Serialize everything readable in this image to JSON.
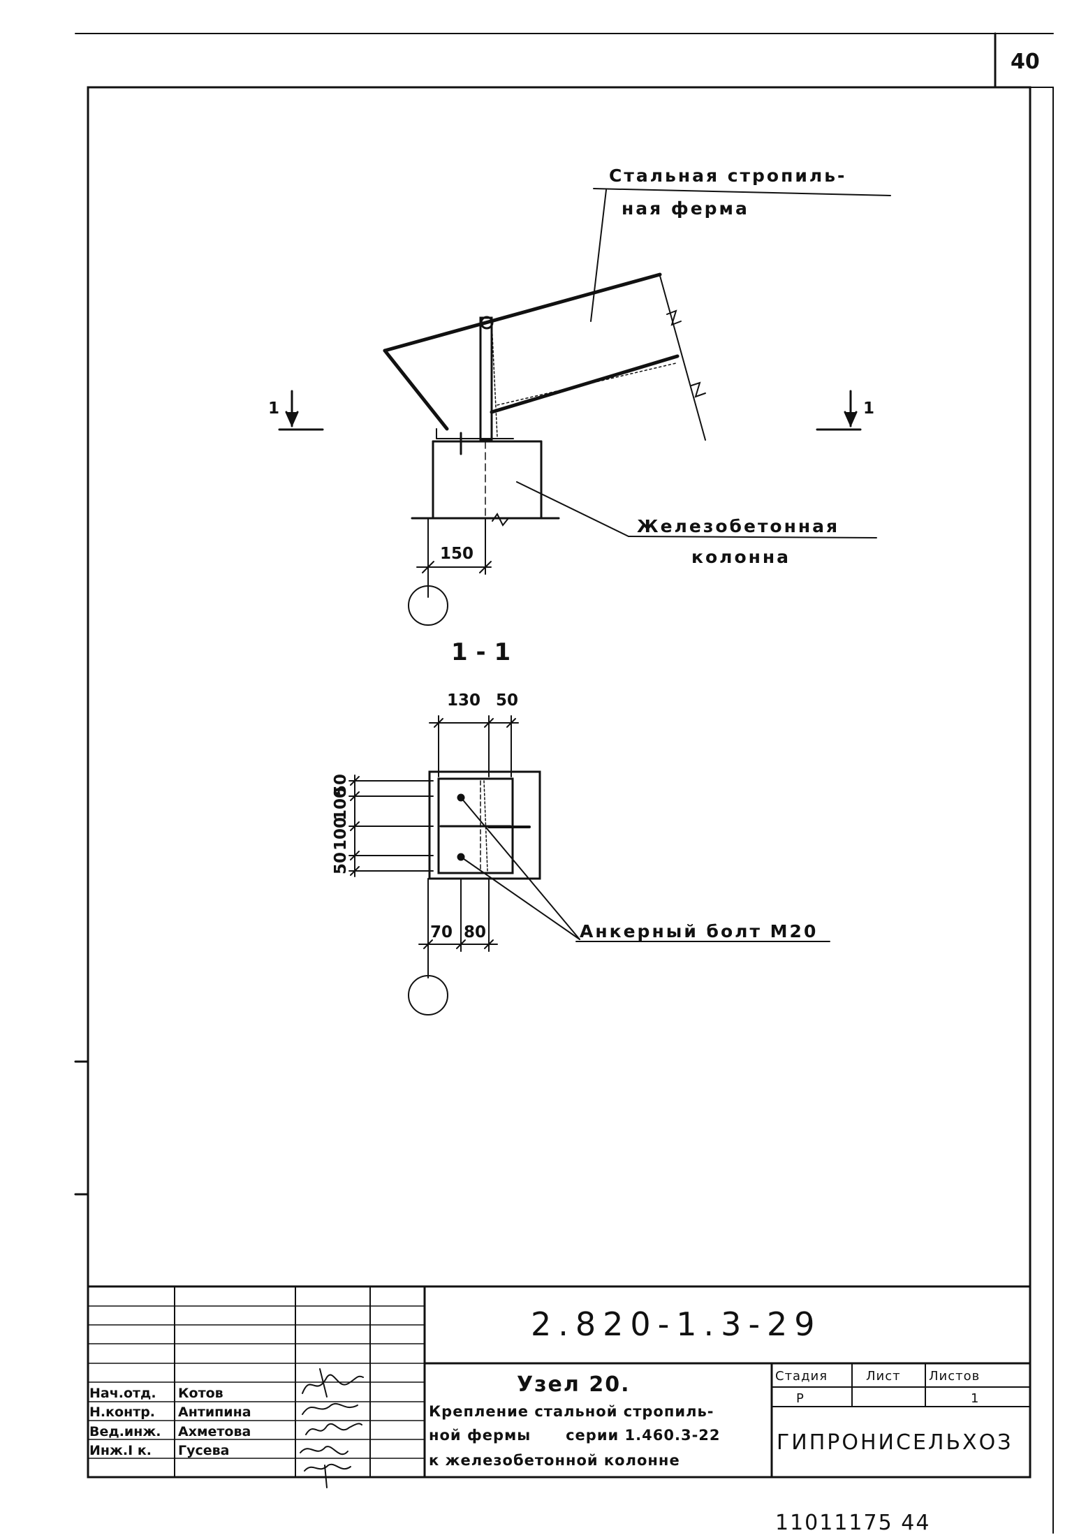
{
  "sheet_number": "40",
  "callouts": {
    "truss_line1": "Стальная стропиль-",
    "truss_line2": "ная ферма",
    "column_line1": "Железобетонная",
    "column_line2": "колонна",
    "anchor_bolt": "Анкерный болт М20"
  },
  "section_mark": "1",
  "section_title": "1 - 1",
  "dimensions": {
    "axis_offset": "150",
    "plan_top": [
      "130",
      "50"
    ],
    "plan_left": [
      "50",
      "100",
      "100",
      "50"
    ],
    "plan_bottom": [
      "70",
      "80"
    ]
  },
  "title_block": {
    "drawing_code": "2.820-1.3-29",
    "title": "Узел 20.",
    "description_lines": [
      "Крепление стальной стропиль-",
      "ной фермы      серии 1.460.3-22",
      "к железобетонной колонне"
    ],
    "stage_headers": [
      "Стадия",
      "Лист",
      "Листов"
    ],
    "stage_values": [
      "Р",
      "",
      "1"
    ],
    "organization": "ГИПРОНИСЕЛЬХОЗ",
    "staff": [
      {
        "role": "Нач.отд.",
        "name": "Котов"
      },
      {
        "role": "Н.контр.",
        "name": "Антипина"
      },
      {
        "role": "Вед.инж.",
        "name": "Ахметова"
      },
      {
        "role": "Инж.I к.",
        "name": "Гусева"
      }
    ]
  },
  "footer_stamp": "11011175 44",
  "colors": {
    "ink": "#111111",
    "paper": "#ffffff"
  }
}
